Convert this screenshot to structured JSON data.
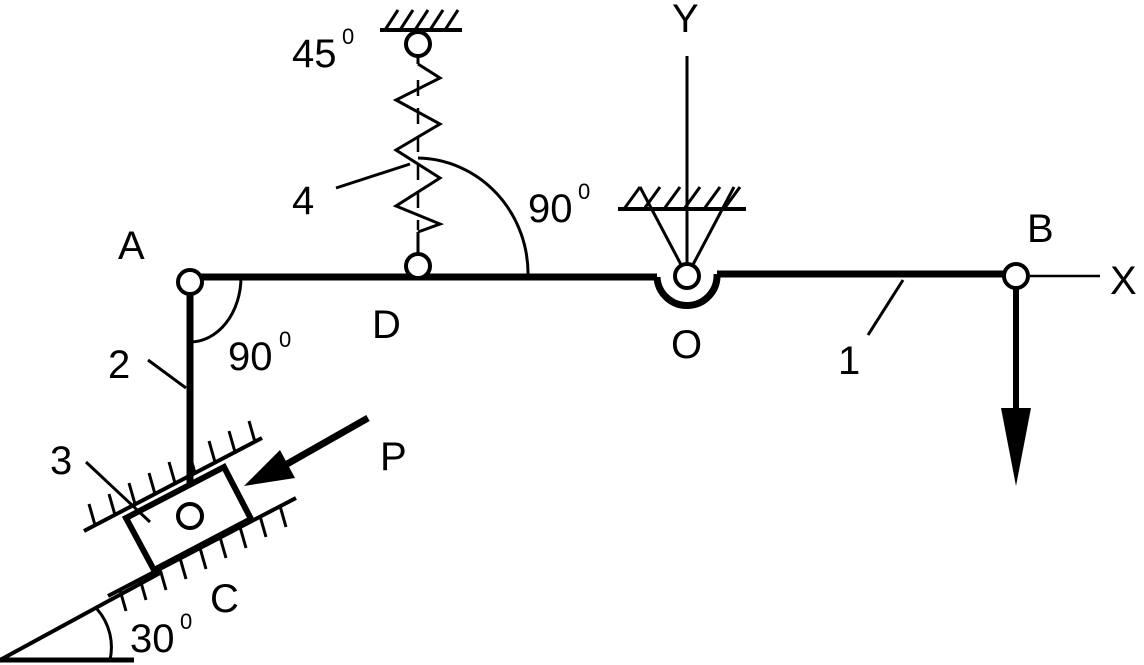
{
  "labels": {
    "A": "A",
    "B": "B",
    "C": "C",
    "D": "D",
    "O": "O",
    "P": "P",
    "X": "X",
    "Y": "Y",
    "n1": "1",
    "n2": "2",
    "n3": "3",
    "n4": "4"
  },
  "angles": {
    "spring_top": {
      "value": "45",
      "deg": "0"
    },
    "spring_D": {
      "value": "90",
      "deg": "0"
    },
    "A_corner": {
      "value": "90",
      "deg": "0"
    },
    "incline": {
      "value": "30",
      "deg": "0"
    }
  },
  "colors": {
    "ink": "#000000",
    "paper": "#ffffff"
  }
}
